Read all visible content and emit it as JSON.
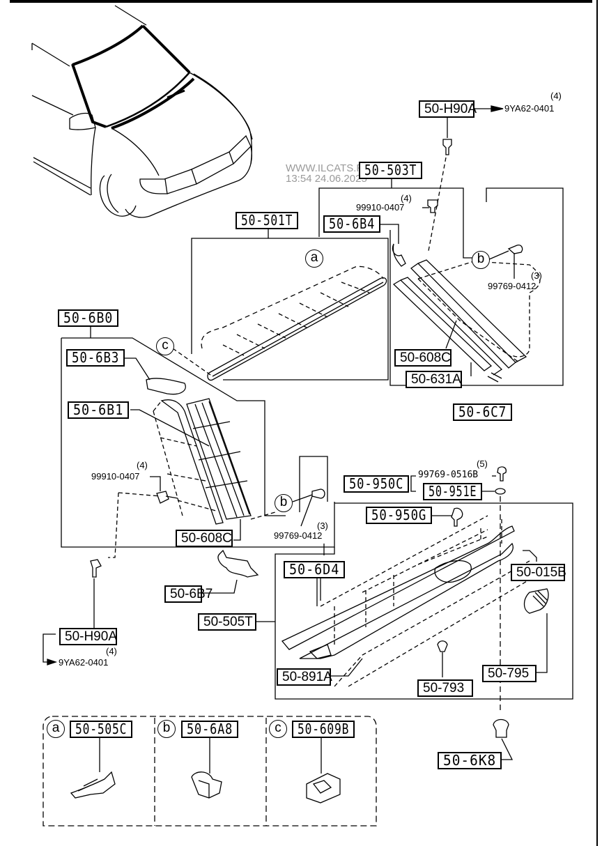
{
  "diagram": {
    "watermark": {
      "site": "WWW.ILCATS.RU",
      "time": "13:54",
      "date": "24.06.2025"
    },
    "callouts": {
      "a": "a",
      "b": "b",
      "c": "c"
    },
    "parts": {
      "h90a_top": "50-H90A",
      "h90a_top_ref": "9YA62-0401",
      "h90a_top_qty": "(4)",
      "p503t": "50-503T",
      "screw_0407_top": "99910-0407",
      "screw_0407_top_qty": "(4)",
      "p6b4": "50-6B4",
      "screw_0412_top": "99769-0412",
      "screw_0412_top_qty": "(3)",
      "p501t": "50-501T",
      "p608c_top": "50-608C",
      "p631a": "50-631A",
      "p6c7": "50-6C7",
      "p6b0": "50-6B0",
      "p6b3": "50-6B3",
      "p6b1": "50-6B1",
      "screw_0407_left": "99910-0407",
      "screw_0407_left_qty": "(4)",
      "screw_0412_left": "99769-0412",
      "screw_0412_left_qty": "(3)",
      "p608c_left": "50-608C",
      "p950c": "50-950C",
      "screw_0516b": "99769-0516B",
      "screw_0516b_qty": "(5)",
      "p951e": "50-951E",
      "p950g": "50-950G",
      "p6b7": "50-6B7",
      "p505t": "50-505T",
      "p6d4": "50-6D4",
      "p015b": "50-015B",
      "h90a_bottom": "50-H90A",
      "h90a_bottom_qty": "(4)",
      "h90a_bottom_ref": "9YA62-0401",
      "p891a": "50-891A",
      "p793": "50-793",
      "p795": "50-795",
      "p6k8": "50-6K8"
    },
    "legend": [
      {
        "callout": "a",
        "part": "50-505C"
      },
      {
        "callout": "b",
        "part": "50-6A8"
      },
      {
        "callout": "c",
        "part": "50-609B"
      }
    ]
  }
}
